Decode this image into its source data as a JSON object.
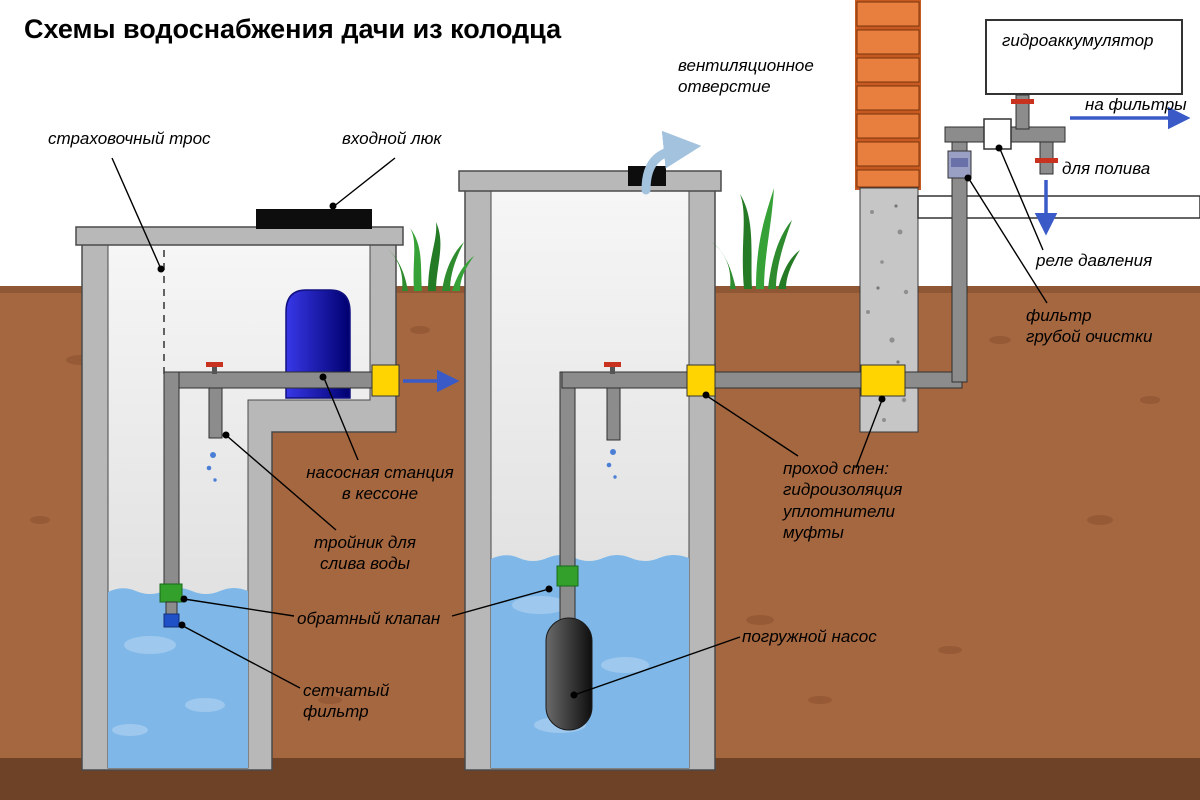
{
  "title": "Схемы водоснабжения дачи из колодца",
  "labels": {
    "safety_cable": "страховочный трос",
    "entry_hatch": "входной люк",
    "vent_opening": "вентиляционное\nотверстие",
    "hydroaccumulator": "гидроаккумулятор",
    "to_filters": "на фильтры",
    "for_irrigation": "для полива",
    "pressure_relay": "реле давления",
    "coarse_filter": "фильтр\nгрубой очистки",
    "pump_station": "насосная станция\nв кессоне",
    "drain_tee": "тройник для\nслива воды",
    "check_valve": "обратный клапан",
    "mesh_filter": "сетчатый\nфильтр",
    "wall_pass": "проход стен:\nгидроизоляция\nуплотнители\nмуфты",
    "submersible_pump": "погружной насос"
  },
  "colors": {
    "ground": "#A5673F",
    "ground_dark": "#6E4226",
    "water": "#7FB8E8",
    "concrete": "#B8B8B8",
    "pipe": "#8C8C8C",
    "seal_yellow": "#FFD400",
    "pump_station_blue": "#1414B4",
    "valve_green": "#33A02C",
    "mesh_filter_blue": "#2050C8",
    "brick_orange": "#E2742F",
    "arrow_blue": "#3A5BC7",
    "grass_green": "#2E8B2E"
  }
}
